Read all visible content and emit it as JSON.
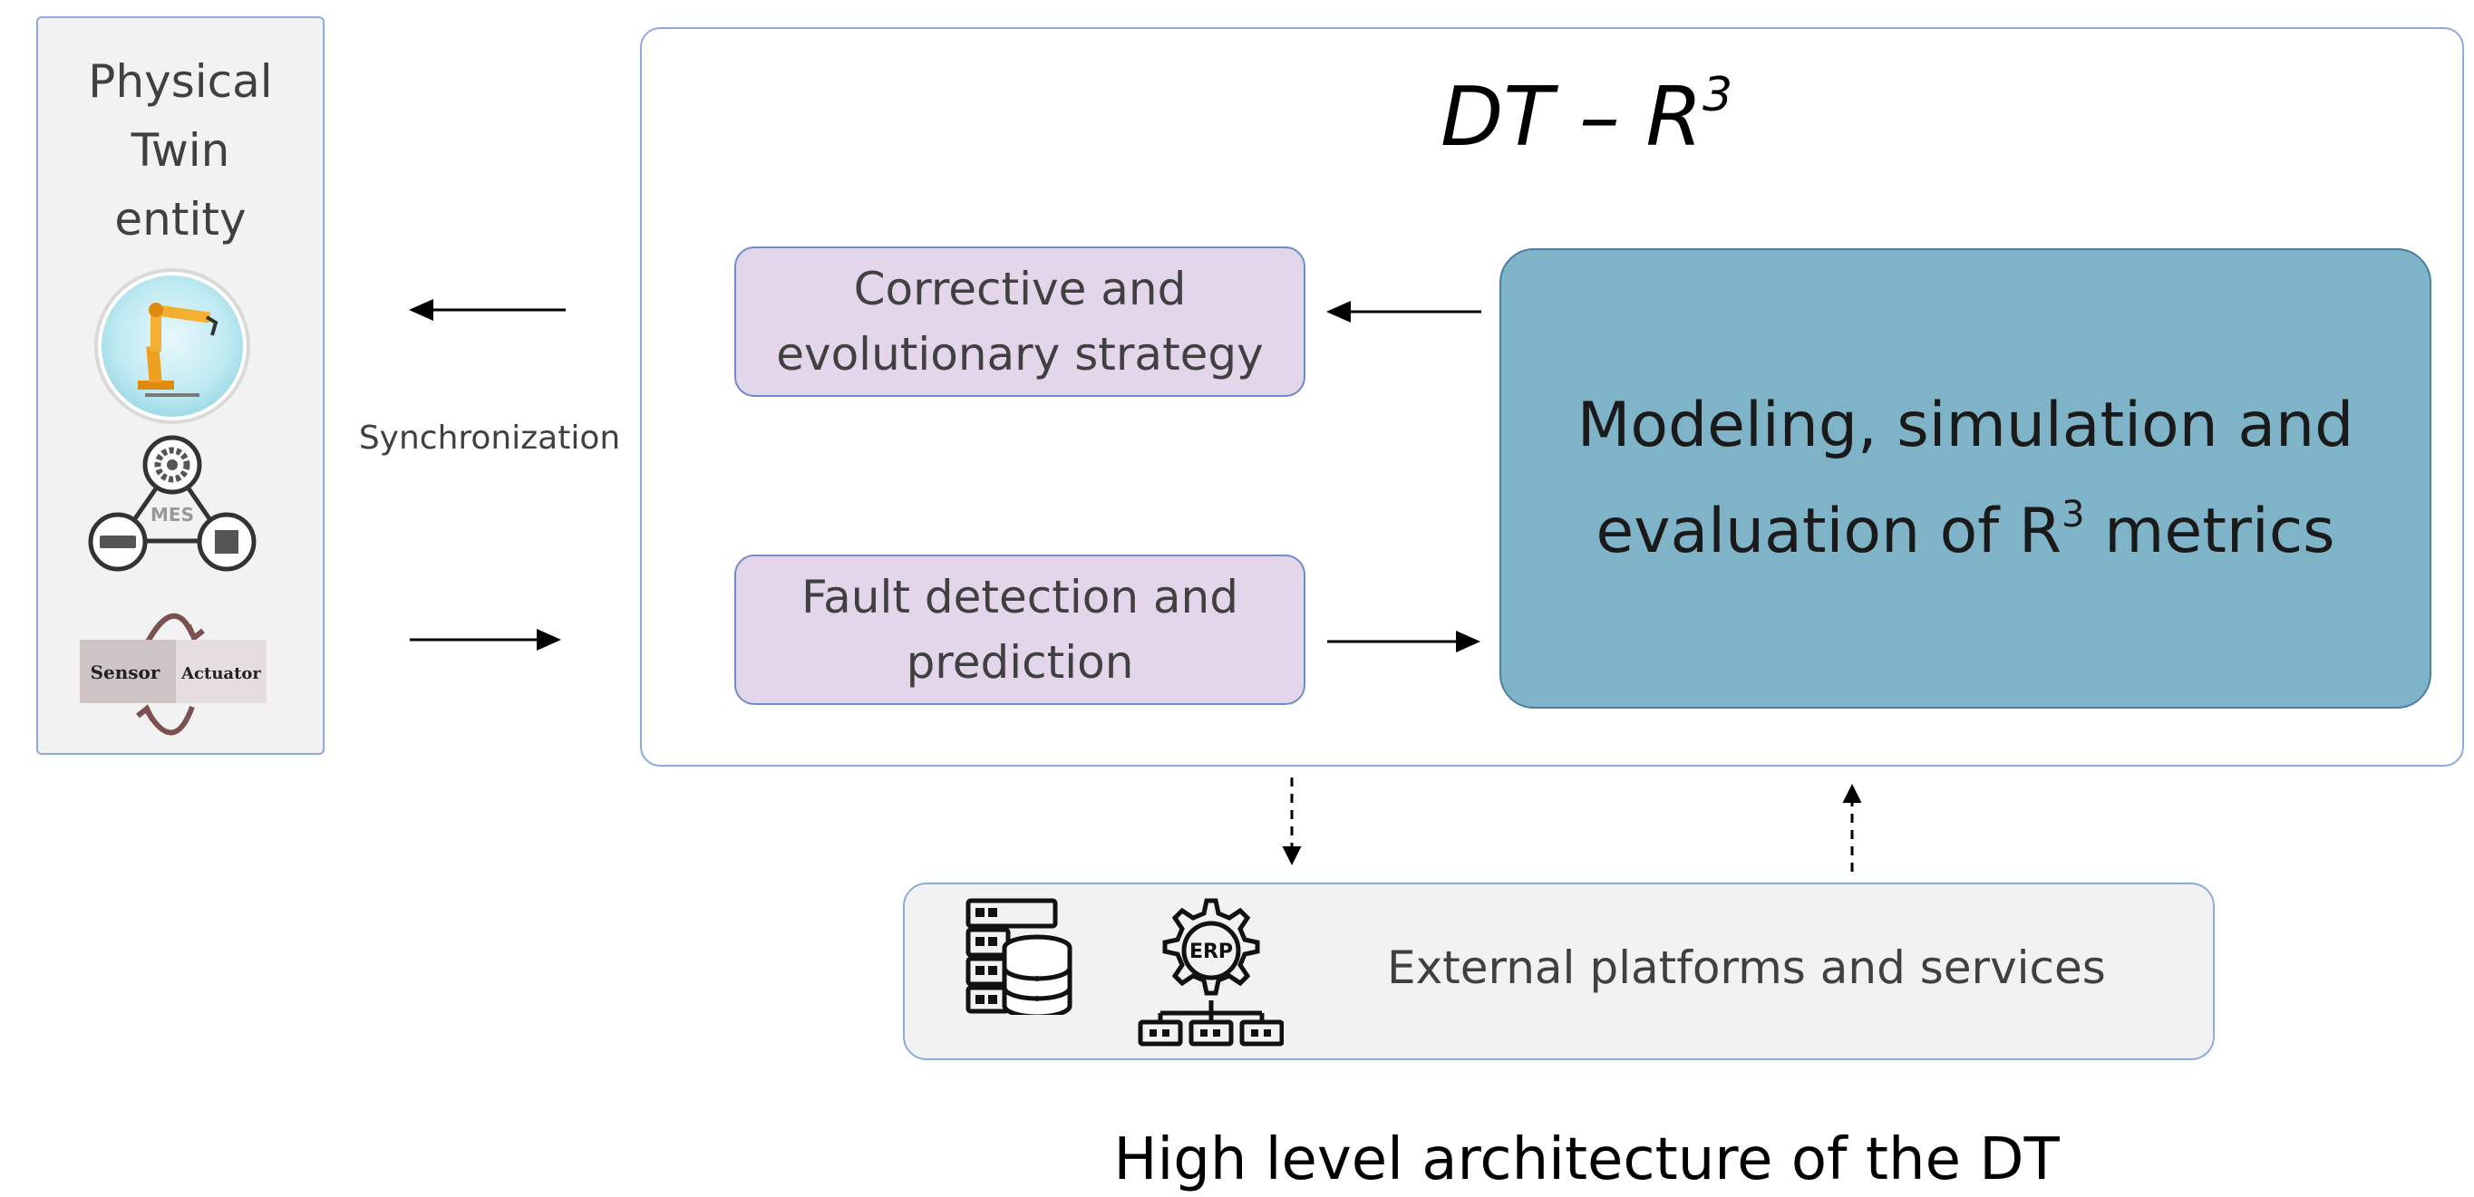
{
  "physical_twin": {
    "title_lines": [
      "Physical",
      "Twin",
      "entity"
    ],
    "sensor_label": "Sensor",
    "actuator_label": "Actuator",
    "mes_label": "MES"
  },
  "sync_label": "Synchronization",
  "dt": {
    "title_main": "DT – R",
    "title_sup": "3",
    "corrective_line1": "Corrective and",
    "corrective_line2": "evolutionary strategy",
    "fault_line1": "Fault detection and",
    "fault_line2": "prediction",
    "model_line1": "Modeling, simulation and",
    "model_line2_pre": "evaluation of R",
    "model_line2_sup": "3",
    "model_line2_post": " metrics"
  },
  "external": {
    "label": "External platforms and services",
    "erp_label": "ERP"
  },
  "caption": "High level architecture of the DT",
  "colors": {
    "panel_border": "#8faadc",
    "purple_box": "#e4d6ea",
    "model_box": "#7fb3c7",
    "robot_orange": "#f0a020"
  }
}
